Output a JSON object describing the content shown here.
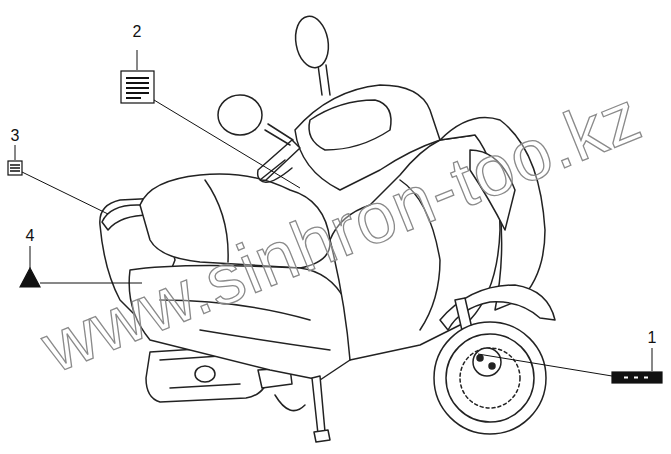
{
  "diagram": {
    "labels": [
      "2",
      "3",
      "4",
      "1",
      "www.sinhron-too.kz"
    ]
  }
}
